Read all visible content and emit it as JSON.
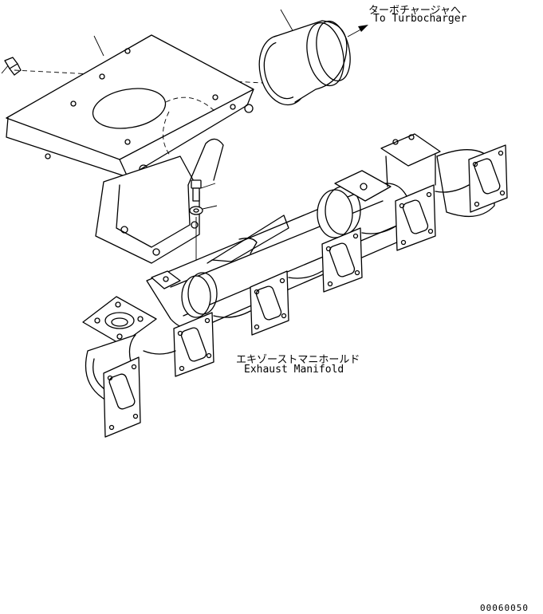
{
  "labels": {
    "turbo_jp": "ターボチャージャへ",
    "turbo_en": "To Turbocharger",
    "manifold_jp": "エキゾーストマニホールド",
    "manifold_en": "Exhaust Manifold",
    "drawing_number": "00060050"
  },
  "colors": {
    "ink": "#000000",
    "paper": "#ffffff"
  }
}
